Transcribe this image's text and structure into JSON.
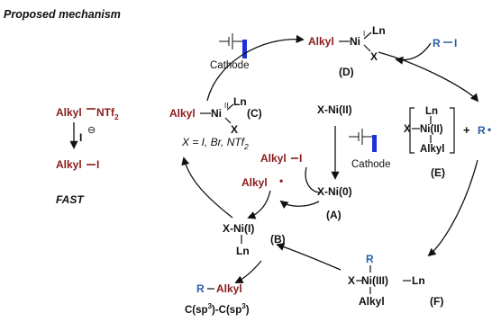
{
  "title": "Proposed mechanism",
  "colors": {
    "alkyl": "#8b1a1a",
    "r": "#2a5ea8",
    "ink": "#111111",
    "electrode": "#1a33d6"
  },
  "left": {
    "alkyl": "Alkyl",
    "ntf2": "NTf",
    "ntf2_sub": "2",
    "iodide": "I",
    "minus": "⊖",
    "product_alkyl": "Alkyl",
    "product_i": "I",
    "fast": "FAST"
  },
  "species": {
    "D": {
      "alkyl": "Alkyl",
      "ni": "Ni",
      "ox": "I",
      "ln": "Ln",
      "x": "X",
      "label": "(D)"
    },
    "C": {
      "alkyl": "Alkyl",
      "ni": "Ni",
      "ox": "II",
      "ln": "Ln",
      "x": "X",
      "label": "(C)"
    },
    "E": {
      "ln": "Ln",
      "x": "X",
      "ni": "Ni(II)",
      "alkyl": "Alkyl",
      "plus": "+",
      "r": "R",
      "dot": "•",
      "label": "(E)"
    },
    "A": {
      "top": "X-Ni(II)",
      "bottom": "X-Ni(0)",
      "label": "(A)"
    },
    "B": {
      "top": "X-Ni(I)",
      "ln": "Ln",
      "label": "(B)"
    },
    "F": {
      "r": "R",
      "x": "X",
      "ni": "Ni(III)",
      "ln": "Ln",
      "alkyl": "Alkyl",
      "label": "(F)"
    }
  },
  "x_note": {
    "pre": "X = I, Br, NTf",
    "sub": "2"
  },
  "cathode_top": "Cathode",
  "cathode_mid": "Cathode",
  "ri": {
    "r": "R",
    "i": "I"
  },
  "alkyl_i": {
    "alkyl": "Alkyl",
    "i": "I"
  },
  "alkyl_rad": {
    "alkyl": "Alkyl",
    "dot": "•"
  },
  "product": {
    "r": "R",
    "alkyl": "Alkyl"
  },
  "bond_type": {
    "a": "C(sp",
    "a_sup": "3",
    "b": ")-C(sp",
    "b_sup": "3",
    "c": ")"
  }
}
